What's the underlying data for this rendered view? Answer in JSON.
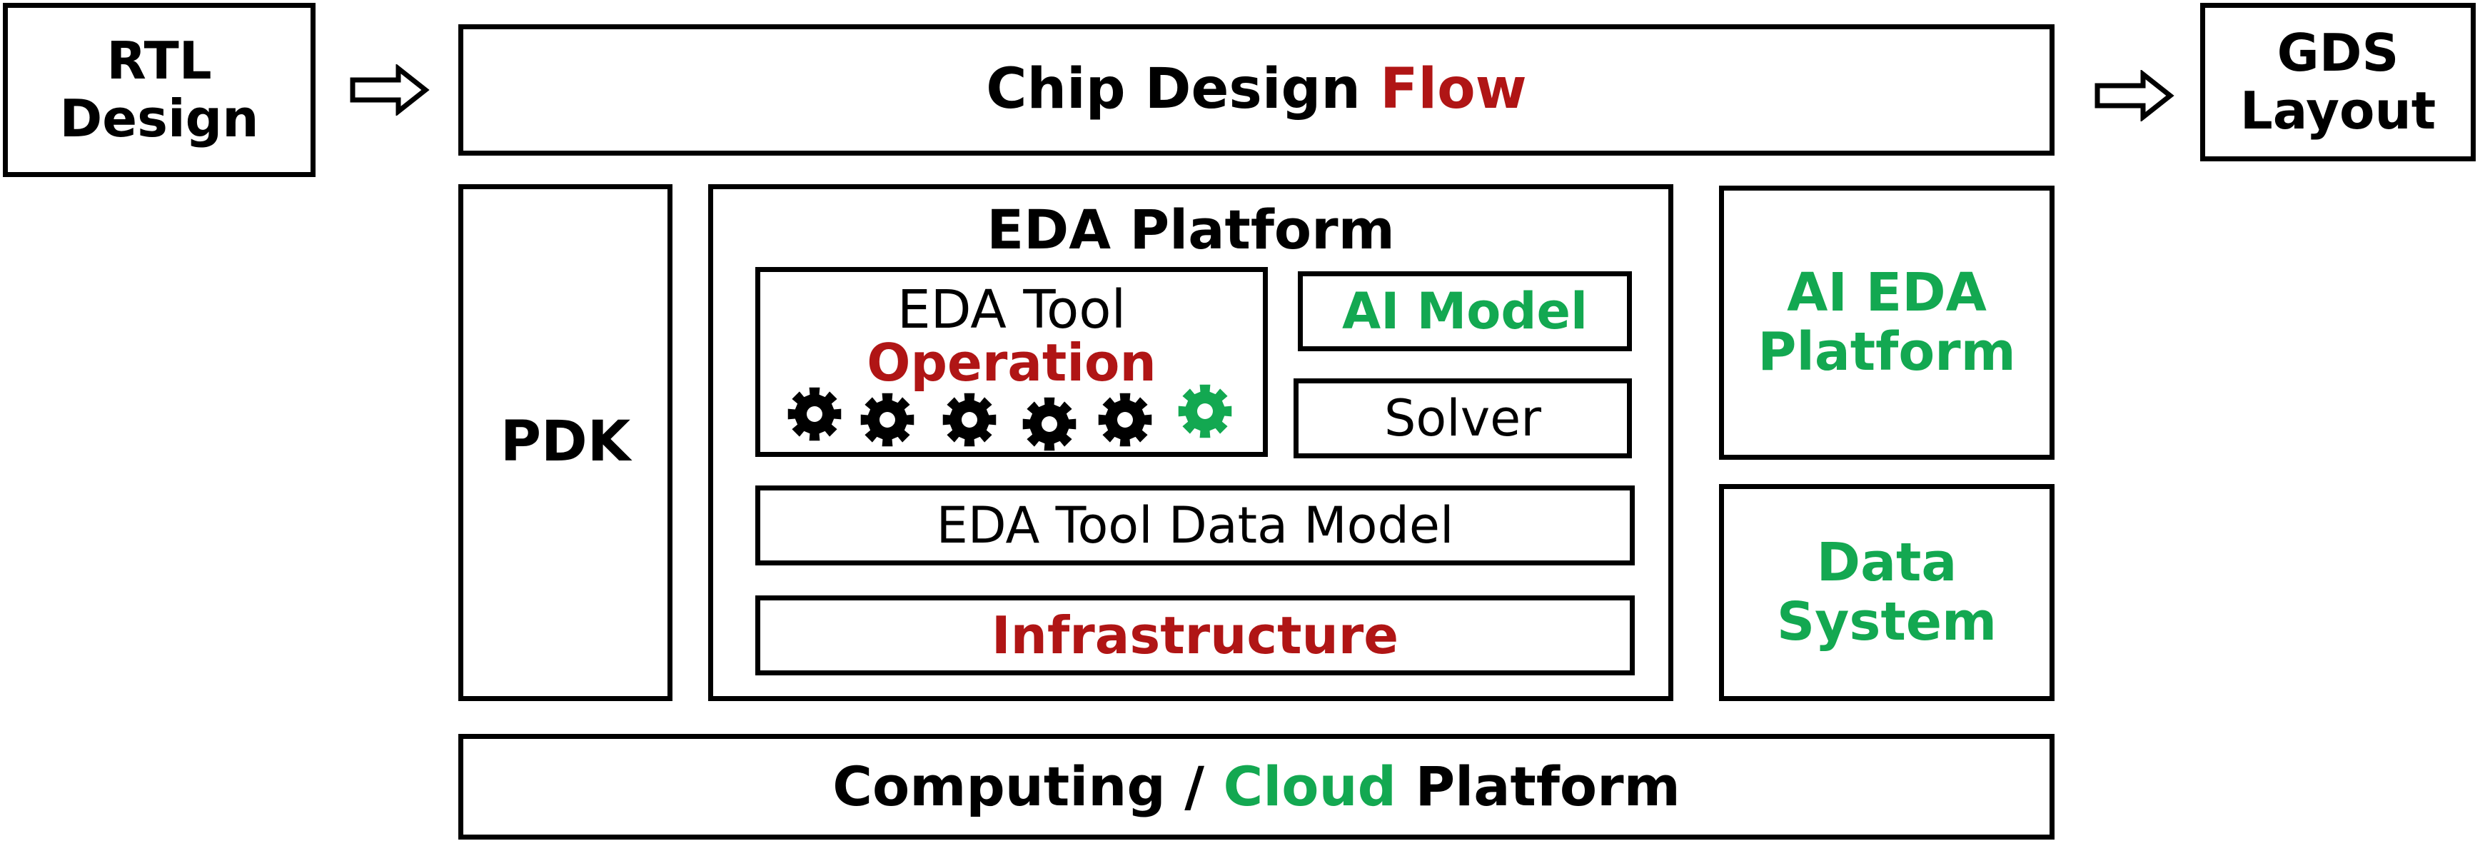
{
  "colors": {
    "red": "#b01515",
    "green": "#13a851",
    "black": "#000000"
  },
  "rtl": {
    "line1": "RTL",
    "line2": "Design"
  },
  "gds": {
    "line1": "GDS",
    "line2": "Layout"
  },
  "flow": {
    "part1": "Chip Design ",
    "part2": "Flow"
  },
  "pdk": {
    "label": "PDK"
  },
  "eda_platform": {
    "title": "EDA Platform",
    "tool": {
      "line1": "EDA Tool",
      "line2": "Operation"
    },
    "ai_model": "AI Model",
    "solver": "Solver",
    "data_model": "EDA Tool Data Model",
    "infrastructure": "Infrastructure"
  },
  "ai_eda": {
    "line1": "AI EDA",
    "line2": "Platform"
  },
  "data_system": {
    "line1": "Data",
    "line2": "System"
  },
  "computing": {
    "part1": "Computing / ",
    "part2": "Cloud",
    "part3": " Platform"
  },
  "gears": [
    {
      "icon": "gear-icon",
      "color": "black"
    },
    {
      "icon": "gear-icon",
      "color": "black"
    },
    {
      "icon": "gear-icon",
      "color": "black"
    },
    {
      "icon": "gear-icon",
      "color": "black"
    },
    {
      "icon": "gear-icon",
      "color": "black"
    },
    {
      "icon": "gear-icon",
      "color": "green"
    }
  ]
}
